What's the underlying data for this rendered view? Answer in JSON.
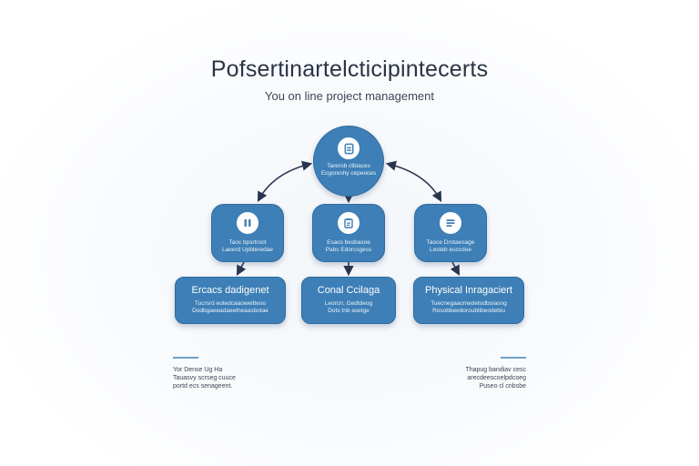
{
  "header": {
    "title": "Pofsertinartelcticipintecerts",
    "subtitle": "You on line project management"
  },
  "colors": {
    "node_fill": "#3d7fb6",
    "node_border": "#2f6b9e",
    "connector": "#2a3550",
    "text_dark": "#2b3445",
    "accent_rule": "#6fa0c8"
  },
  "nodes": {
    "top": {
      "icon": "document-icon",
      "line1": "Tarerob ctbiaces",
      "line2": "Ecgoreshy cepeoces"
    },
    "mid": [
      {
        "icon": "pause-icon",
        "line1": "Taoc bpsrtroot",
        "line2": "Laeerd Upbteredae"
      },
      {
        "icon": "clipboard-icon",
        "line1": "Esacs besbasoe",
        "line2": "Pabs Edorcsgess"
      },
      {
        "icon": "list-icon",
        "line1": "Taoce Drotaesage",
        "line2": "Lesteb euccdoe"
      }
    ],
    "bottom": [
      {
        "title": "Ercacs dadigenet",
        "line1": "Tucrsrd eutedcaaoweitteoo",
        "line2": "Dodbgaeeadaeetheaasbotae"
      },
      {
        "title": "Conal Ccilaga",
        "line1": "Leorcrr, Gedtdeog",
        "line2": "Dots tnb asetge"
      },
      {
        "title": "Physical Inragaciert",
        "line1": "Tuecnegaacmedetodboiasng",
        "line2": "Rosobbeedoroubtibeodebiu"
      }
    ]
  },
  "footer": {
    "left": {
      "line1": "Yor Dense Ug Ha",
      "line2": "Tauasvy scrseg cuuce",
      "line3": "portd ecs senageent."
    },
    "right": {
      "line1": "Thapug bandiav cesc",
      "line2": "arecdeescoelpdcoeg",
      "line3": "Puseo cl cnbsbe"
    }
  }
}
